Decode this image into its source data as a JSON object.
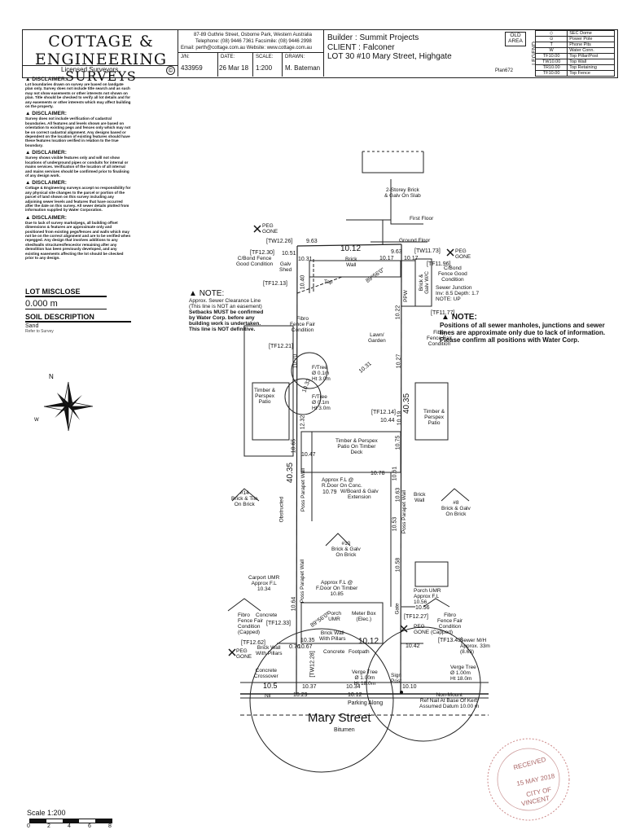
{
  "title_block": {
    "company_line1": "COTTAGE & ENGINEERING",
    "company_line2": "SURVEYS",
    "licensed": "Licensed Surveyors",
    "copyright": "©",
    "address": "87-89 Guthrie Street, Osborne Park, Western Australia",
    "phone": "Telephone: (08) 9446 7361   Facsimile: (08) 9446 2998",
    "email": "Email: perth@cottage.com.au   Website: www.cottage.com.au",
    "jn_label": "J/N:",
    "date_label": "DATE:",
    "scale_label": "SCALE:",
    "drawn_label": "DRAWN:",
    "jn": "433959",
    "date": "26 Mar 18",
    "scale": "1:200",
    "drawn": "M. Bateman",
    "builder": "Builder : Summit Projects",
    "client": "CLIENT : Falconer",
    "lot": "LOT 30   #10 Mary Street, Highgate",
    "plan": "Plan672",
    "old_area": "OLD AREA",
    "legend_word": "LEGEND"
  },
  "legend": [
    {
      "sym": "◇",
      "text": "SEC Dome"
    },
    {
      "sym": "⊙",
      "text": "Power Pole"
    },
    {
      "sym": "T",
      "text": "Phone Pits"
    },
    {
      "sym": "W",
      "text": "Water Conn."
    },
    {
      "sym": "TF10.00",
      "text": "Top Pillar/Post"
    },
    {
      "sym": "TW10.00",
      "text": "Top Wall"
    },
    {
      "sym": "TR10.00",
      "text": "Top Retaining"
    },
    {
      "sym": "TF10.00",
      "text": "Top Fence"
    }
  ],
  "disclaimers": [
    {
      "title": "DISCLAIMER:",
      "text": "Lot boundaries drawn on survey are based on landgate plan only. Survey does not include title search and as such may not show easements or other interests not shown on plan. Title should be checked to verify all lot details and for any easements or other interests which may affect building on the property."
    },
    {
      "title": "DISCLAIMER:",
      "text": "Survey does not include verification of cadastral boundaries. All features and levels shown are based on orientation to existing pegs and fences only which may not be on correct cadastral alignment. Any designs based or dependent on the location of existing features should have these features location verified in relation to the true boundary."
    },
    {
      "title": "DISCLAIMER:",
      "text": "Survey shows visible features only and will not show locations of underground pipes or conduits for internal or mains services. Verification of the location of all internal and mains services should be confirmed prior to finalising of any design work."
    },
    {
      "title": "DISCLAIMER:",
      "text": "Cottage & Engineering surveys accept no responsibility for any physical site changes to the parcel or portion of the parcel of land shown on this survey including any adjoining sewer levels and features that have occurred after the date on this survey. All sewer details plotted from information supplied by Water Corporation."
    },
    {
      "title": "DISCLAIMER:",
      "text": "Due to lack of survey marks/pegs, all building offset dimensions & features are approximate only and positioned from existing pegs/fences and walls which may not be on the correct alignment and are to be verified when repegged. Any design that involves additions to any shed/walls structures/fences/or remaining after any demolition has been previously developed, and any existing easements affecting the lot should be checked prior to any design."
    }
  ],
  "lot_misclose": {
    "label": "LOT MISCLOSE",
    "value": "0.000 m"
  },
  "soil": {
    "label": "SOIL DESCRIPTION",
    "value": "Sand",
    "sub": "Refer to Survey"
  },
  "note_left": {
    "title": "NOTE:",
    "line1": "Approx. Sewer Clearance Line",
    "line2": "(This line is NOT an easement)",
    "line3": "Setbacks MUST be confirmed",
    "line4": "by Water Corp. before any",
    "line5": "building work is undertaken.",
    "line6": "This line is NOT definitive."
  },
  "note_right": {
    "title": "NOTE:",
    "line1": "Positions of all sewer manholes, junctions and sewer",
    "line2": "lines are approximate only due to lack of information.",
    "line3": "Please confirm all positions with Water Corp."
  },
  "street": {
    "name": "Mary Street",
    "surface": "Bitumen",
    "parking": "Parking Along"
  },
  "scale_bar": {
    "label": "Scale 1:200",
    "ticks": [
      "0",
      "2",
      "4",
      "6",
      "8"
    ]
  },
  "stamp": {
    "received": "RECEIVED",
    "date": "15 MAY 2018",
    "city": "CITY OF",
    "name": "VINCENT"
  },
  "labels": {
    "two_storey": "2-Storey Brick\n& Galv On Slab",
    "first_floor": "First Floor",
    "ground_floor": "Ground Floor",
    "peg_gone": "PEG\nGONE",
    "tw1226": "[TW12.26]",
    "tf1230": "[TF12.30]",
    "tw1173": "[TW11.73]",
    "tf1196": "[TF11.96]",
    "tf1213": "[TF12.13]",
    "tf1177": "[TF11.77]",
    "tf1221": "[TF12.21]",
    "tf1214": "[TF12.14]",
    "cbond_left": "C/Bond Fence\nGood Condition",
    "galv_shed": "Galv\nShed",
    "brick_wall": "Brick\nWall",
    "cbond_right": "C/Bond\nFence Good\nCondition",
    "sewer_junction": "Sewer Junction\nInv: 8.5 Depth: 1.7\nNOTE: UP",
    "tap": "Tap",
    "fibro_left": "Fibro\nFence Fair\nCondition",
    "lawn": "Lawn/\nGarden",
    "fibro_right": "Fibro\nFence Fair\nCondition",
    "ftree1": "F/Tree\nØ 0.1m\nHt 3.0m",
    "ftree2": "F/Tree\nØ 0.1m\nHt 3.0m",
    "timber_left": "Timber &\nPerspex\nPatio",
    "timber_right": "Timber &\nPerspex\nPatio",
    "timber_deck": "Timber & Perspex\nPatio On Timber\nDeck",
    "approx_fl_rdoor": "Approx F.L @\nR.Door On Conc.",
    "wboard": "W/Board & Galv\nExtension",
    "h14": "#14\nBrick & Tile\nOn Brick",
    "h8": "#8\nBrick & Galv\nOn Brick",
    "h10": "#10\nBrick & Galv\nOn Brick",
    "obstructed": "Obstructed",
    "poss_parapet": "Poss Parapet Wall",
    "brick_wall2": "Brick\nWall",
    "carport": "Carport UMR\nApprox F.L\n10.34",
    "approx_fl_fdoor": "Approx F.L @\nF.Door On Timber\n10.85",
    "porch_umr_right": "Porch UMR\nApprox F.L\n10.56",
    "porch_umr": "Porch\nUMR",
    "meter_box": "Meter Box\n(Elec.)",
    "fibro_concrete": "Fibro    Concrete\nFence Fair\nCondition\n(Capped)",
    "fibro_right2": "Fibro\nFence Fair\nCondition",
    "peg_gone_capped": "PEG\nGONE (Capped)",
    "brick_wall_pillars": "Brick Wall\nWith Pillars",
    "brick_wall_pillars2": "Brick Wall\nWith Pillars",
    "concrete": "Concrete",
    "footpath": "Footpath",
    "concrete_crossover": "Concrete\nCrossover",
    "verge_tree": "Verge Tree\nØ 1.00m\nHt 18.0m",
    "verge_tree2": "Verge Tree\nØ 1.00m\nHt 18.0m",
    "sewer_mh": "Sewer M/H\nApprox. 33m\n(8.63)",
    "sign_post": "Sign\nPost",
    "non_mount": "Non-Mount\nRef Nail At Base Of Kerb\nAssumed Datum 10.00 m",
    "gate": "Gate",
    "nil": "Nil",
    "brick_galv_wc": "Brick &\nGalv W/C",
    "ppw": "PPW",
    "tf1233": "[TF12.33]",
    "tf1227": "[TF12.27]",
    "tf1343": "[TF13.43]",
    "tf1262": "[TF12.62]",
    "tw1228": "[TW12.28]"
  },
  "dims": {
    "d963a": "9.63",
    "d1012": "10.12",
    "d963b": "9.63",
    "d1051": "10.51",
    "d1031": "10.31",
    "d1017a": "10.17",
    "d1017b": "10.17",
    "d4035": "40.35",
    "d4035b": "40.35",
    "d1047": "10.47",
    "d1078": "10.78",
    "d1079": "10.79",
    "d1044": "10.44",
    "d1029": "10.29",
    "d1037": "10.37",
    "d1034": "10.34",
    "d1012b": "10.12",
    "d1010": "10.10",
    "d1042": "10.42",
    "d1056": "10.56",
    "d105": "10.5",
    "d1076": "0.76",
    "d1067": "10.67",
    "d1012c": "10.12",
    "d1035": "10.35",
    "d1031b": "10.31",
    "d1022": "10.22",
    "d1027": "10.27",
    "d1065": "10.65",
    "d1075": "10.75",
    "d1061": "10.61",
    "d1063": "10.63",
    "d1053": "10.53",
    "d1058": "10.58",
    "d1070": "10.70",
    "d1033": "10.33",
    "d1040": "10.40",
    "d1232": "12.32",
    "d1019": "10.19",
    "d1064": "10.64",
    "bearing1": "89°56'0\"",
    "bearing2": "89°56'0\""
  }
}
